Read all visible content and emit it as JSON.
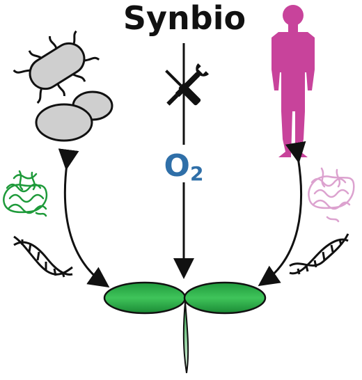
{
  "title": "Synbio",
  "center_label": {
    "main": "O",
    "subscript": "2"
  },
  "colors": {
    "title": "#111111",
    "oxygen": "#2f6fa8",
    "human": "#c8439b",
    "protein_green": "#1e9a3a",
    "protein_pink": "#dca2cf",
    "microbe_fill": "#cfcfcf",
    "seedling_green": "#2db34a",
    "arrow": "#111111"
  },
  "icons": [
    "bacterium-icon",
    "yeast-icon",
    "tools-icon",
    "human-icon",
    "protein-icon",
    "dna-icon",
    "seedling-icon"
  ]
}
